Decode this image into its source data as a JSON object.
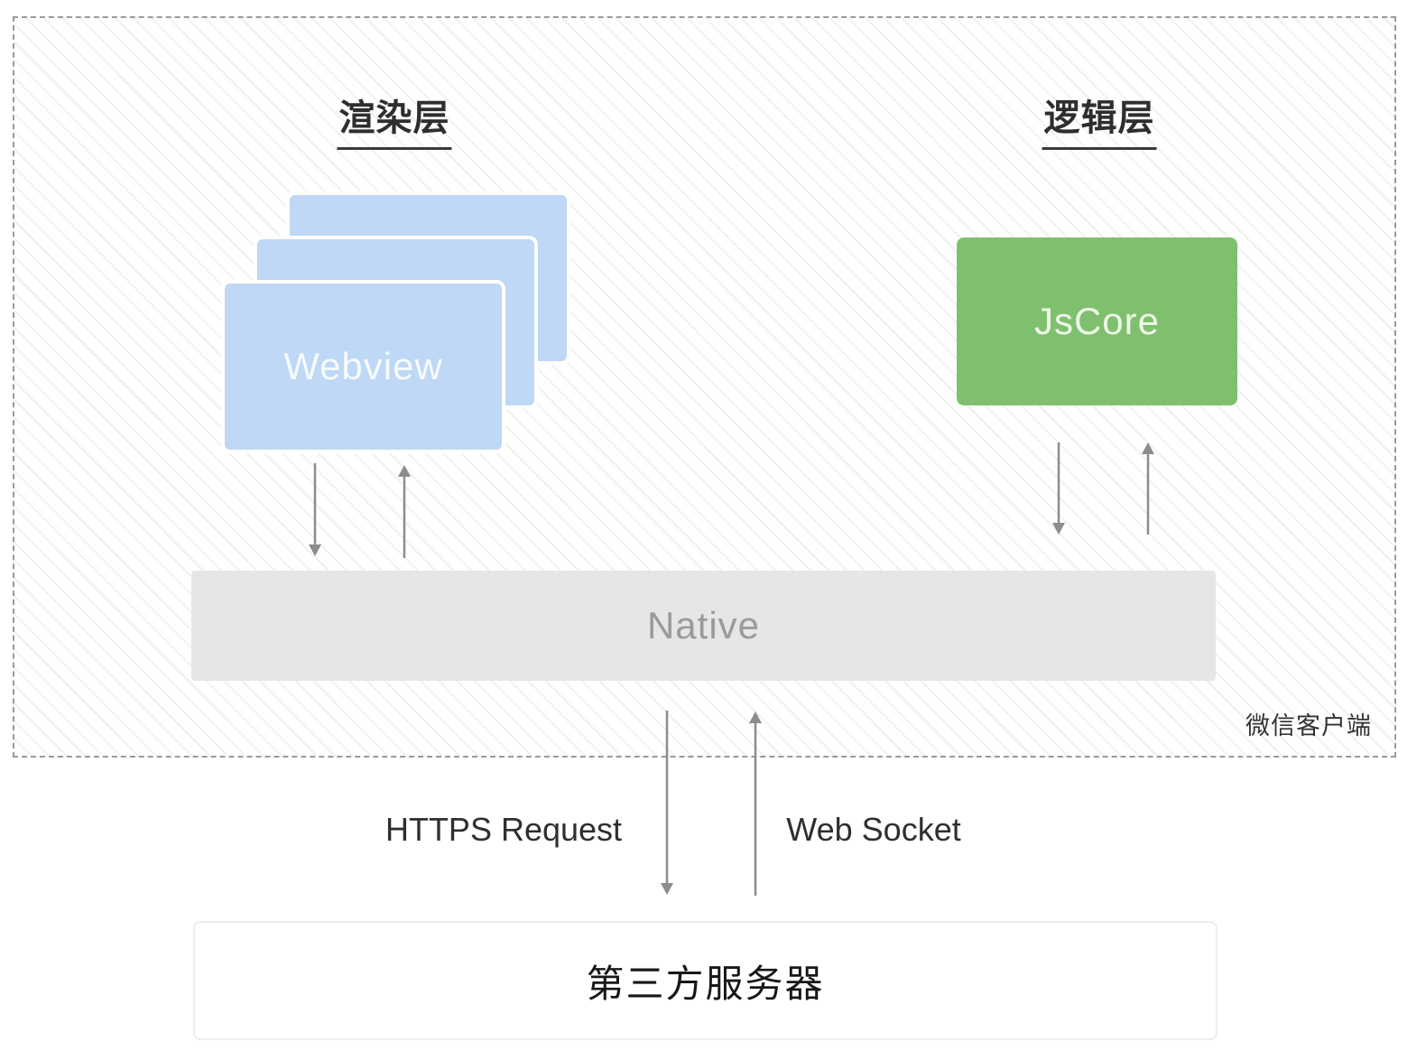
{
  "diagram": {
    "title_semantics": "WeChat mini-program architecture diagram",
    "render_layer_title": "渲染层",
    "logic_layer_title": "逻辑层",
    "webview_label": "Webview",
    "jscore_label": "JsCore",
    "native_label": "Native",
    "client_label": "微信客户端",
    "https_label": "HTTPS Request",
    "websocket_label": "Web Socket",
    "server_label": "第三方服务器"
  },
  "icons": {
    "down_arrow": "↓",
    "up_arrow": "↑"
  },
  "colors": {
    "webview_blue": "#bed8f6",
    "jscore_green": "#7fc06e",
    "native_gray": "#e6e6e6",
    "native_text_gray": "#9b9b9b",
    "arrow_gray": "#8c8c8c",
    "dashed_border_gray": "#9a9a9a",
    "hatch_line_gray": "#f0f0f0",
    "label_dark": "#2f2f2f"
  }
}
